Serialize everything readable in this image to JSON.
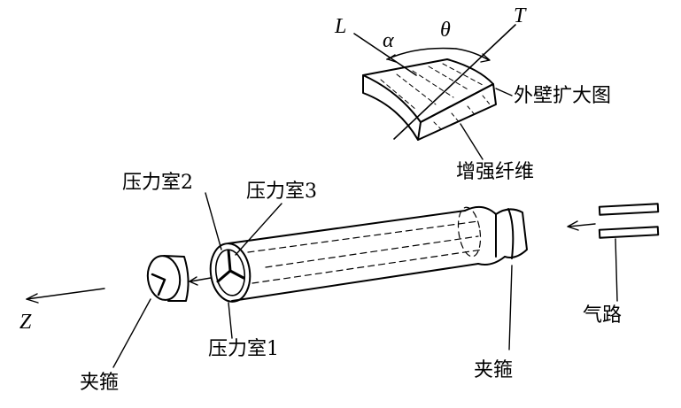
{
  "labels": {
    "L": "L",
    "alpha": "α",
    "theta": "θ",
    "T": "T",
    "wall_zoom": "外壁扩大图",
    "fiber": "增强纤维",
    "chamber2": "压力室2",
    "chamber3": "压力室3",
    "chamber1": "压力室1",
    "clamp_left": "夹箍",
    "clamp_right": "夹箍",
    "gas_path": "气路",
    "z_axis": "Z"
  },
  "colors": {
    "stroke": "#000000",
    "background": "#ffffff"
  }
}
